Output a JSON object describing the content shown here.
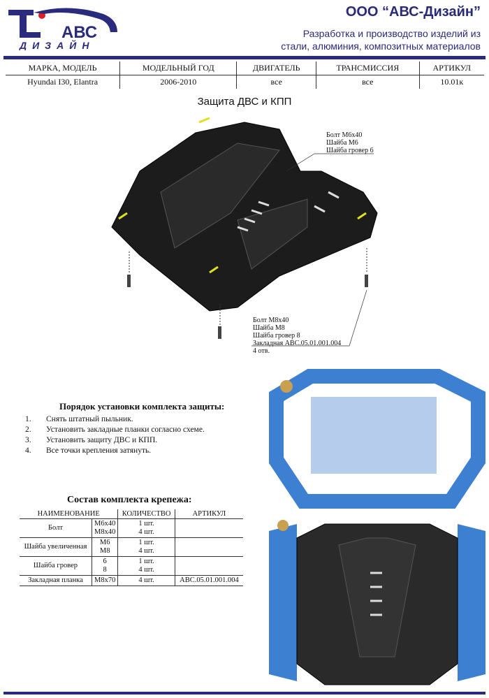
{
  "header": {
    "company": "ООО “АВС-Дизайн”",
    "subtitle_line1": "Разработка и производство изделий из",
    "subtitle_line2": "стали, алюминия, композитных материалов",
    "logo_text": "АВС ДИЗАЙН"
  },
  "spec_table": {
    "headers": [
      "МАРКА, МОДЕЛЬ",
      "МОДЕЛЬНЫЙ ГОД",
      "ДВИГАТЕЛЬ",
      "ТРАНСМИССИЯ",
      "АРТИКУЛ"
    ],
    "row": [
      "Hyundai I30, Elantra",
      "2006-2010",
      "все",
      "все",
      "10.01к"
    ]
  },
  "title": "Защита ДВС и КПП",
  "callout_top": [
    "Болт M6x40",
    "Шайба M6",
    "Шайба гровер 6"
  ],
  "callout_bottom": [
    "Болт M8x40",
    "Шайба M8",
    "Шайба гровер 8",
    "Закладная АВС.05.01.001.004",
    "4 отв."
  ],
  "order": {
    "title": "Порядок установки комплекта защиты:",
    "steps": [
      {
        "n": "1.",
        "t": "Снять штатный пыльник."
      },
      {
        "n": "2.",
        "t": "Установить закладные планки согласно схеме."
      },
      {
        "n": "3.",
        "t": "Установить защиту ДВС и КПП."
      },
      {
        "n": "4.",
        "t": "Все точки крепления затянуть."
      }
    ]
  },
  "kit": {
    "title": "Состав комплекта крепежа:",
    "headers": [
      "НАИМЕНОВАНИЕ",
      "КОЛИЧЕСТВО",
      "АРТИКУЛ"
    ],
    "rows": [
      {
        "name": "Болт",
        "size": [
          "M6x40",
          "M8x40"
        ],
        "qty": [
          "1 шт.",
          "4 шт."
        ],
        "art": ""
      },
      {
        "name": "Шайба увеличенная",
        "size": [
          "M6",
          "M8"
        ],
        "qty": [
          "1 шт.",
          "4 шт."
        ],
        "art": ""
      },
      {
        "name": "Шайба гровер",
        "size": [
          "6",
          "8"
        ],
        "qty": [
          "1 шт.",
          "4 шт."
        ],
        "art": ""
      },
      {
        "name": "Закладная планка",
        "size": [
          "M8x70",
          ""
        ],
        "qty": [
          "4 шт.",
          ""
        ],
        "art": "АВС.05.01.001.004"
      }
    ]
  }
}
